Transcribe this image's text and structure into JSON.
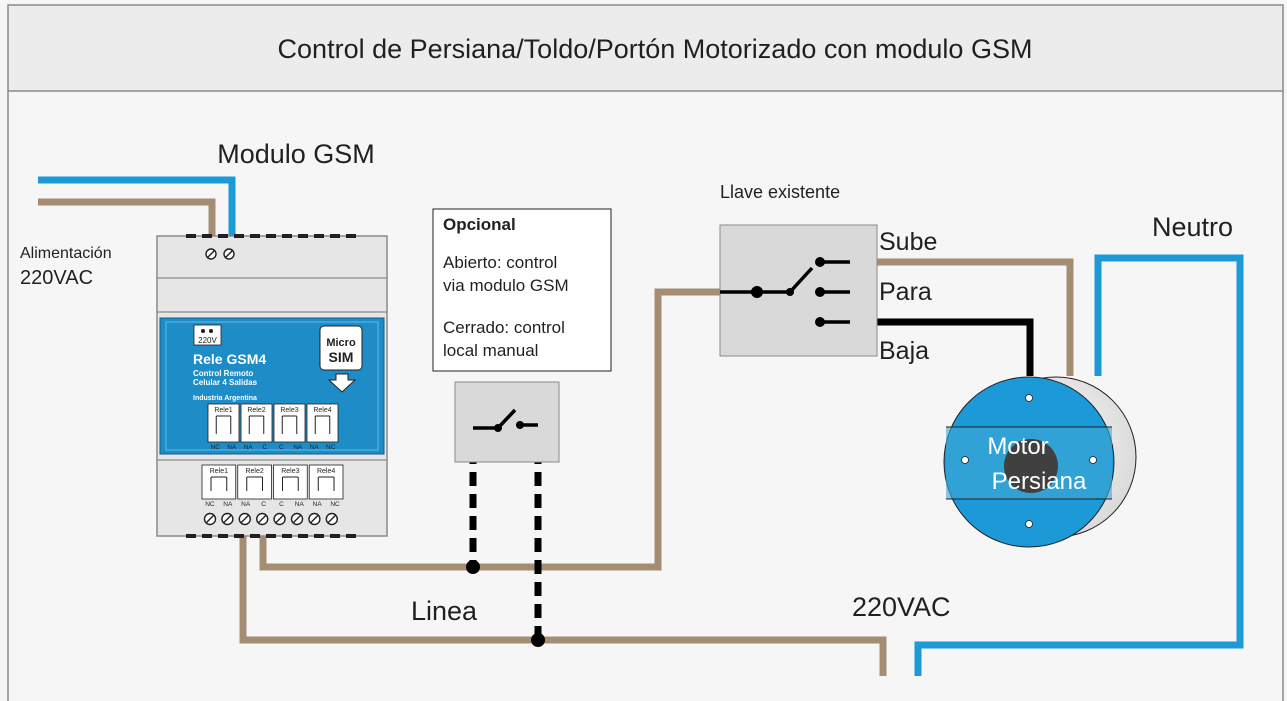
{
  "title": "Control de  Persiana/Toldo/Portón Motorizado con modulo GSM",
  "gsm_module": {
    "heading": "Modulo GSM",
    "power_label_small": "Alimentación",
    "power_label_voltage": "220VAC",
    "panel": {
      "power_badge": "220V",
      "sim_line1": "Micro",
      "sim_line2": "SIM",
      "product_name": "Rele GSM4",
      "subtitle_line1": "Control Remoto",
      "subtitle_line2": "Celular 4 Salidas",
      "maker": "Industria Argentina",
      "relay_labels": [
        "Rele1",
        "Rele2",
        "Rele3",
        "Rele4"
      ],
      "contact_labels": [
        "NC",
        "NA",
        "NA",
        "C",
        "C",
        "NA",
        "NA",
        "NC"
      ]
    },
    "terminal_relay_labels": [
      "Rele1",
      "Rele2",
      "Rele3",
      "Rele4"
    ],
    "terminal_contact_labels": [
      "NC",
      "NA",
      "NA",
      "C",
      "C",
      "NA",
      "NA",
      "NC"
    ]
  },
  "optional_box": {
    "heading": "Opcional",
    "open_line1": "Abierto: control",
    "open_line2": "via modulo GSM",
    "closed_line1": "Cerrado: control",
    "closed_line2": "local manual"
  },
  "existing_switch": {
    "heading": "Llave existente",
    "positions": [
      "Sube",
      "Para",
      "Baja"
    ]
  },
  "motor": {
    "label_line1": "Motor",
    "label_line2": "Persiana"
  },
  "labels": {
    "neutral": "Neutro",
    "line": "Linea",
    "mains_voltage": "220VAC"
  },
  "colors": {
    "wire_line": "#a58d73",
    "wire_neutral": "#1b9ad7",
    "wire_black": "#000000",
    "panel_blue": "#1d8cc7",
    "background": "#f6f6f6",
    "title_bar": "#ececec"
  }
}
